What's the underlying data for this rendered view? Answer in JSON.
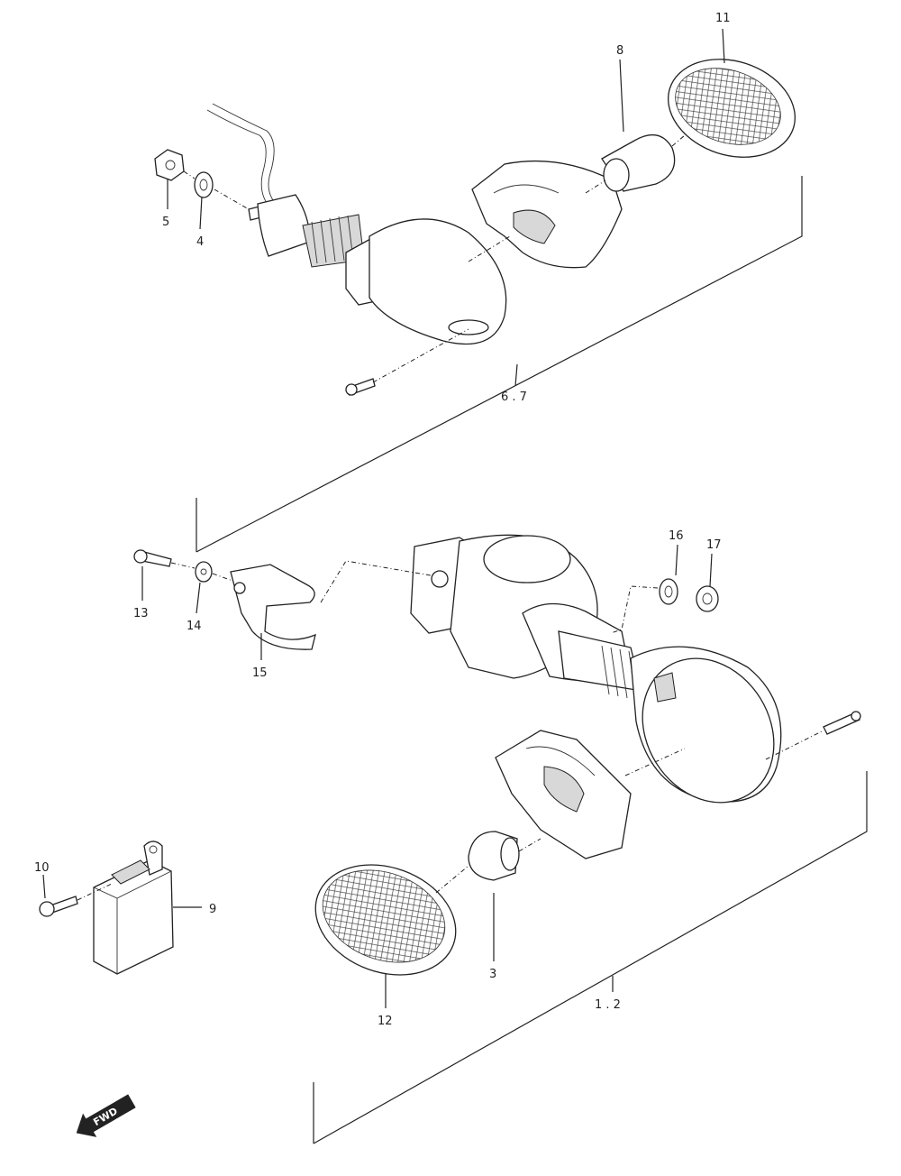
{
  "callouts": {
    "c1_2": "1 . 2",
    "c3": "3",
    "c4": "4",
    "c5": "5",
    "c6_7": "6 . 7",
    "c8": "8",
    "c9": "9",
    "c10": "10",
    "c11": "11",
    "c12": "12",
    "c13": "13",
    "c14": "14",
    "c15": "15",
    "c16": "16",
    "c17": "17"
  },
  "direction": {
    "label": "FWD",
    "icon": "forward-arrow-icon"
  }
}
